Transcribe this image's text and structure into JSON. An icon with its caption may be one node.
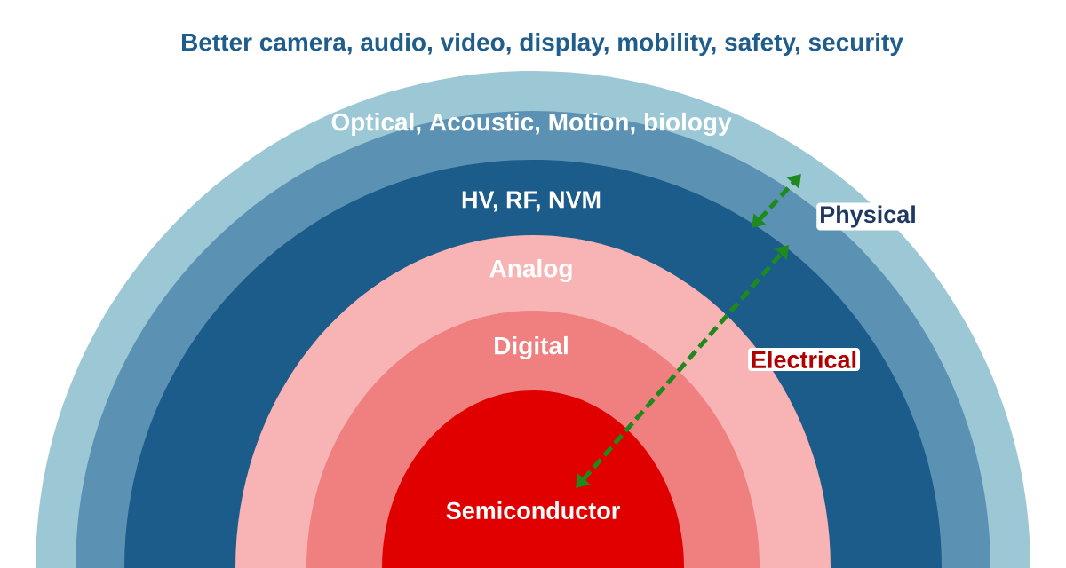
{
  "diagram": {
    "nodes": [
      {
        "text": [
          "Better camera, audio, video, display, mobility, safety, security"
        ]
      },
      {
        "text": [
          "Optical, Acoustic, Motion, biology"
        ],
        "in": 0
      },
      {
        "text": [
          "HV, RF, NVM"
        ],
        "in": 1
      },
      {
        "text": [
          "Analog"
        ],
        "in": 2
      },
      {
        "text": [
          "Digital"
        ],
        "in": 3
      },
      {
        "text": [
          "Semiconductor"
        ],
        "in": 4
      }
    ],
    "edges": [
      {
        "from": 2,
        "to": 1,
        "arrow": "both",
        "style": "dashed",
        "color": "#1e8a1e"
      },
      {
        "from": 5,
        "to": 2,
        "arrow": "both",
        "style": "dashed",
        "color": "#1e8a1e"
      }
    ],
    "labels": [
      "Physical",
      "Electrical"
    ]
  }
}
